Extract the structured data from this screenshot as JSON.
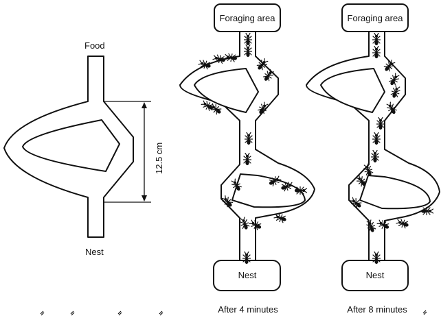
{
  "panel_a": {
    "top_label": "Food",
    "bottom_label": "Nest",
    "measurement": "12.5 cm"
  },
  "panel_b": {
    "top_box": "Foraging area",
    "bottom_box": "Nest",
    "caption": "After 4 minutes"
  },
  "panel_c": {
    "top_box": "Foraging area",
    "bottom_box": "Nest",
    "caption": "After 8 minutes"
  },
  "icons": [
    "ant-icon"
  ]
}
